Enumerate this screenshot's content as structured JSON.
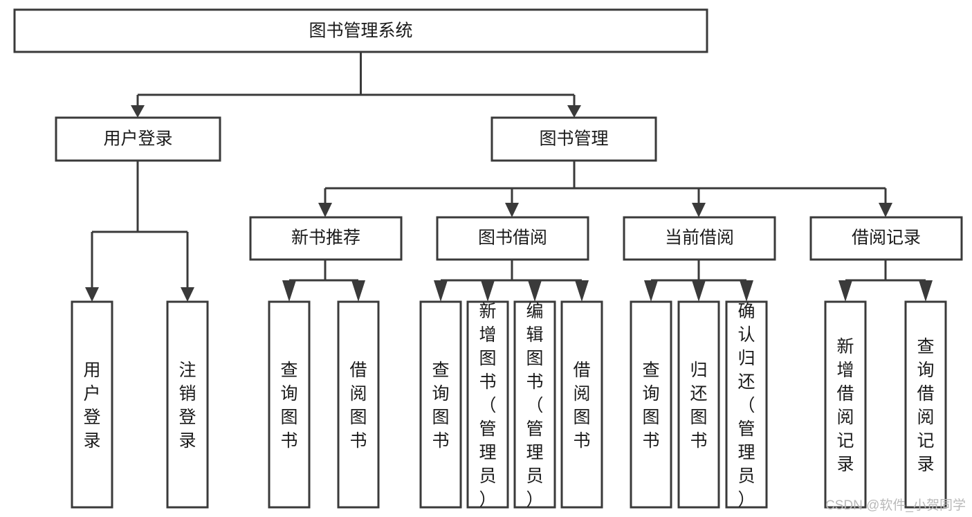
{
  "diagram": {
    "title": "图书管理系统",
    "type": "tree-hierarchy-chart",
    "root": {
      "id": "root",
      "label": "图书管理系统"
    },
    "level2": [
      {
        "id": "user-login",
        "label": "用户登录"
      },
      {
        "id": "book-manage",
        "label": "图书管理"
      }
    ],
    "level3": [
      {
        "id": "new-book-rec",
        "label": "新书推荐",
        "parent": "book-manage"
      },
      {
        "id": "book-borrow",
        "label": "图书借阅",
        "parent": "book-manage"
      },
      {
        "id": "current-borrow",
        "label": "当前借阅",
        "parent": "book-manage"
      },
      {
        "id": "borrow-record",
        "label": "借阅记录",
        "parent": "book-manage"
      }
    ],
    "leaves": [
      {
        "id": "leaf-user-login",
        "label": "用户登录",
        "parent": "user-login"
      },
      {
        "id": "leaf-logout-login",
        "label": "注销登录",
        "parent": "user-login"
      },
      {
        "id": "leaf-query-book-1",
        "label": "查询图书",
        "parent": "new-book-rec"
      },
      {
        "id": "leaf-borrow-book-1",
        "label": "借阅图书",
        "parent": "new-book-rec"
      },
      {
        "id": "leaf-query-book-2",
        "label": "查询图书",
        "parent": "book-borrow"
      },
      {
        "id": "leaf-add-book",
        "label": "新增图书（管理员）",
        "parent": "book-borrow"
      },
      {
        "id": "leaf-edit-book",
        "label": "编辑图书（管理员）",
        "parent": "book-borrow"
      },
      {
        "id": "leaf-borrow-book-2",
        "label": "借阅图书",
        "parent": "book-borrow"
      },
      {
        "id": "leaf-query-book-3",
        "label": "查询图书",
        "parent": "current-borrow"
      },
      {
        "id": "leaf-return-book",
        "label": "归还图书",
        "parent": "current-borrow"
      },
      {
        "id": "leaf-confirm-return",
        "label": "确认归还（管理员）",
        "parent": "current-borrow"
      },
      {
        "id": "leaf-add-record",
        "label": "新增借阅记录",
        "parent": "borrow-record"
      },
      {
        "id": "leaf-query-record",
        "label": "查询借阅记录",
        "parent": "borrow-record"
      }
    ],
    "colors": {
      "stroke": "#3a3a3a",
      "fill": "#ffffff",
      "text": "#1a1a1a",
      "watermark": "#b9b9b9"
    }
  },
  "watermark": {
    "text": "CSDN @软件_小贺同学"
  }
}
